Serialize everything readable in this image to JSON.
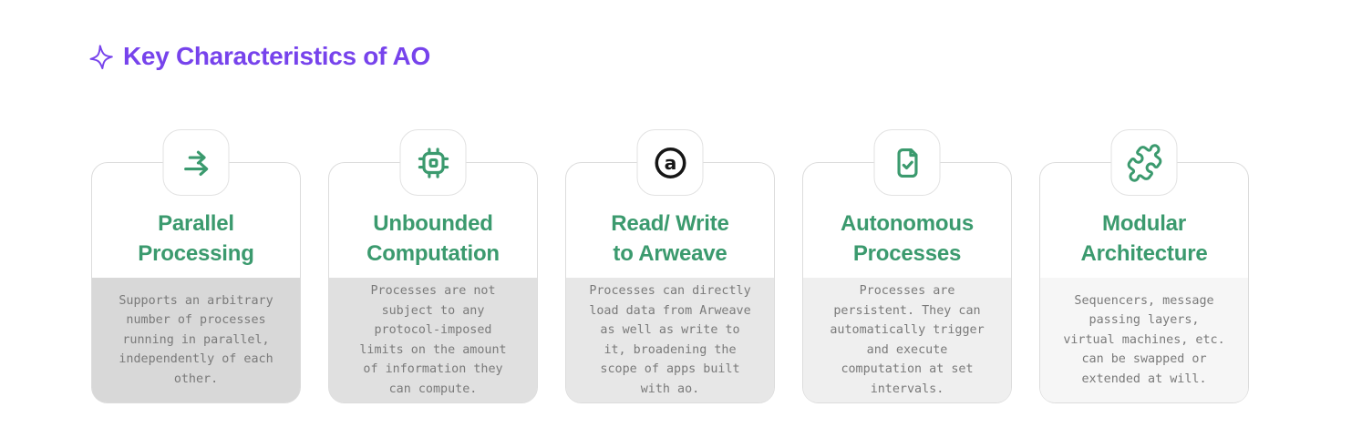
{
  "header": {
    "icon": "sparkle-icon",
    "title": "Key Characteristics of AO",
    "accent_color": "#7743EC"
  },
  "colors": {
    "accent_purple": "#7743EC",
    "accent_green": "#3B9A6E",
    "body_text_gray": "#7a7a7a",
    "card_border": "#dcdcdc",
    "arweave_black": "#161616"
  },
  "cards": [
    {
      "icon": "double-arrow-right-icon",
      "title": "Parallel\nProcessing",
      "body": "Supports an arbitrary\nnumber of processes\nrunning in parallel,\nindependently of each\nother.",
      "body_bg": "#d8d8d8"
    },
    {
      "icon": "cpu-chip-icon",
      "title": "Unbounded\nComputation",
      "body": "Processes are not\nsubject to any\nprotocol-imposed\nlimits on the amount\nof information they\ncan compute.",
      "body_bg": "#e0e0e0"
    },
    {
      "icon": "arweave-logo-icon",
      "title": "Read/ Write\nto Arweave",
      "body": "Processes can directly\nload data from Arweave\nas well as write to\nit, broadening the\nscope of apps built\nwith ao.",
      "body_bg": "#e7e7e7"
    },
    {
      "icon": "document-check-icon",
      "title": "Autonomous\nProcesses",
      "body": "Processes are\npersistent. They can\nautomatically trigger\nand execute\ncomputation at set\nintervals.",
      "body_bg": "#efefef"
    },
    {
      "icon": "puzzle-piece-icon",
      "title": "Modular\nArchitecture",
      "body": "Sequencers, message\npassing layers,\nvirtual machines, etc.\ncan be swapped or\nextended at will.",
      "body_bg": "#f6f6f6"
    }
  ]
}
